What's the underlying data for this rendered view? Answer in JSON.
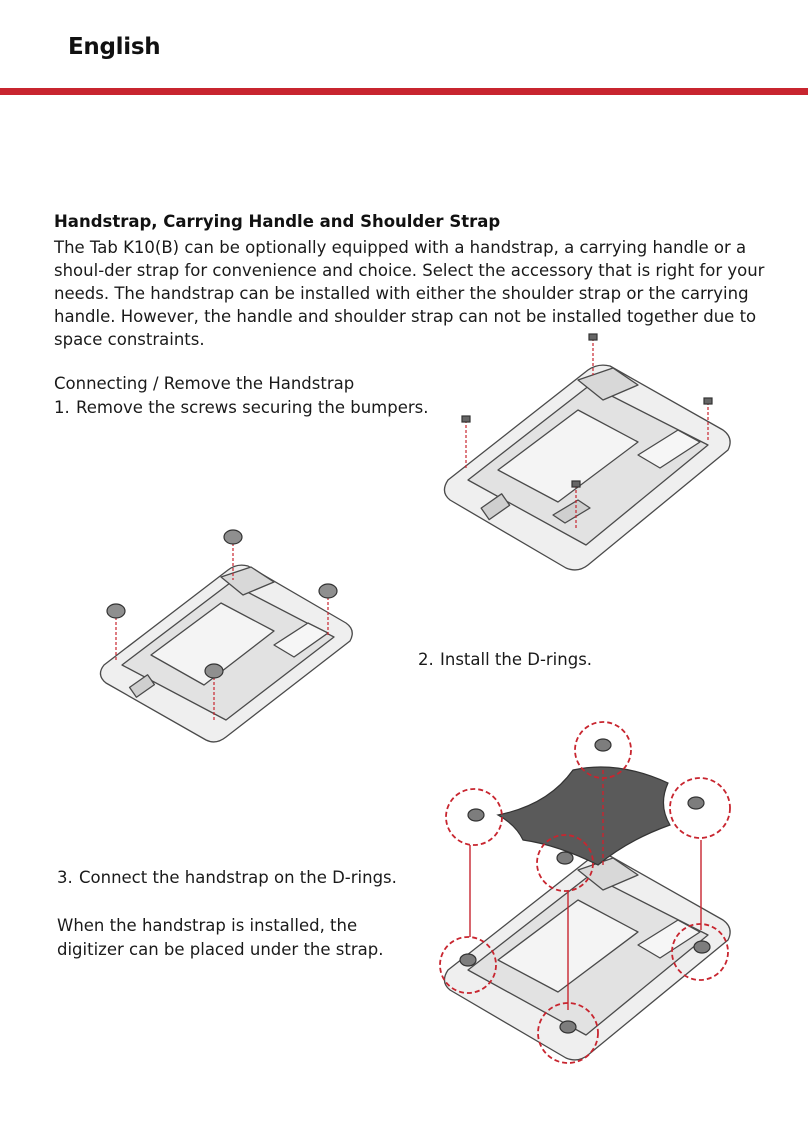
{
  "header": {
    "language": "English"
  },
  "section": {
    "title": "Handstrap, Carrying Handle and Shoulder Strap",
    "intro_lines": [
      "The Tab K10(B) can be optionally equipped with a handstrap, a carrying handle or a",
      "shoul-der strap for convenience and choice. Select the accessory that is right for your",
      "needs. The handstrap can be installed with either the shoulder strap or the carrying",
      "handle. However, the handle and shoulder strap can not be installed together due to",
      "space constraints."
    ]
  },
  "procedure": {
    "heading": "Connecting / Remove the Handstrap",
    "steps": [
      {
        "num": "1.",
        "text": "Remove the screws securing the bumpers."
      },
      {
        "num": "2.",
        "text": "Install the D-rings."
      },
      {
        "num": "3.",
        "text": "Connect the handstrap on the D-rings."
      }
    ],
    "note_lines": [
      "When the handstrap is installed, the",
      "digitizer can be placed under the strap."
    ]
  },
  "colors": {
    "accent_red": "#c8252f",
    "line_art": "#4a4a4a",
    "device_fill": "#efefef",
    "strap_fill": "#5a5a5a"
  },
  "icons": [
    "tablet-back-illustration",
    "screw-icon",
    "d-ring-icon",
    "handstrap-illustration",
    "callout-circle"
  ]
}
